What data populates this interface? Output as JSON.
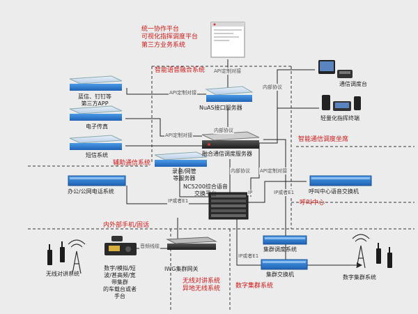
{
  "top_platform": "统一协作平台\n可视化指挥调度平台\n第三方业务系统",
  "zones": {
    "voice_fusion": "智能语音融合系统",
    "aux_comm": "辅助通信系统",
    "dispatch_seat": "智能通信调度坐席",
    "callcenter": "呼叫中心",
    "inner_outer": "内外部手机/固话",
    "wireless": "无线对讲系统\n异地无线系统",
    "digital_trunk": "数字集群系统"
  },
  "devices": {
    "nuas": "NuAS接口服务器",
    "dingtalk": "蓝信、钉钉等\n第三方APP",
    "efax": "电子传真",
    "sms": "短信系统",
    "fusion_server": "融合通信调度服务器",
    "recorder": "录音/网管\n等服务器",
    "nc5200": "NC5200综合语音\n交换平台",
    "office_phone": "办公/公网电话系统",
    "callcenter_switch": "呼叫中心语音交换机",
    "console": "通信调度台",
    "light_terminal": "轻量化指挥终端",
    "trunk_dispatch": "集群调度系统",
    "trunk_switch": "集群交换机",
    "digital_trunk_sys": "数字集群系统",
    "iwg_gateway": "IWG集群网关",
    "radio_system": "无线对讲系统",
    "vehicle_radio": "数字/模拟/短\n波/甚高频/宽\n带集群\n的车载台或者\n手台"
  },
  "links": {
    "api1": "API定制对接",
    "api2": "API定制对接",
    "api3": "API定制对接",
    "api4": "API定制对接",
    "inner1": "内部协议",
    "inner2": "内部协议",
    "inner3": "内部协议",
    "ip_e1_a": "IP或者E1",
    "ip": "IP",
    "ip_e1_b": "IP或者E1",
    "ip_e1_c": "IP或者E1",
    "audio": "音频线缆"
  },
  "colors": {
    "zone_label": "#d01818",
    "server_blue": "#2f7fd6",
    "line": "#222222"
  }
}
